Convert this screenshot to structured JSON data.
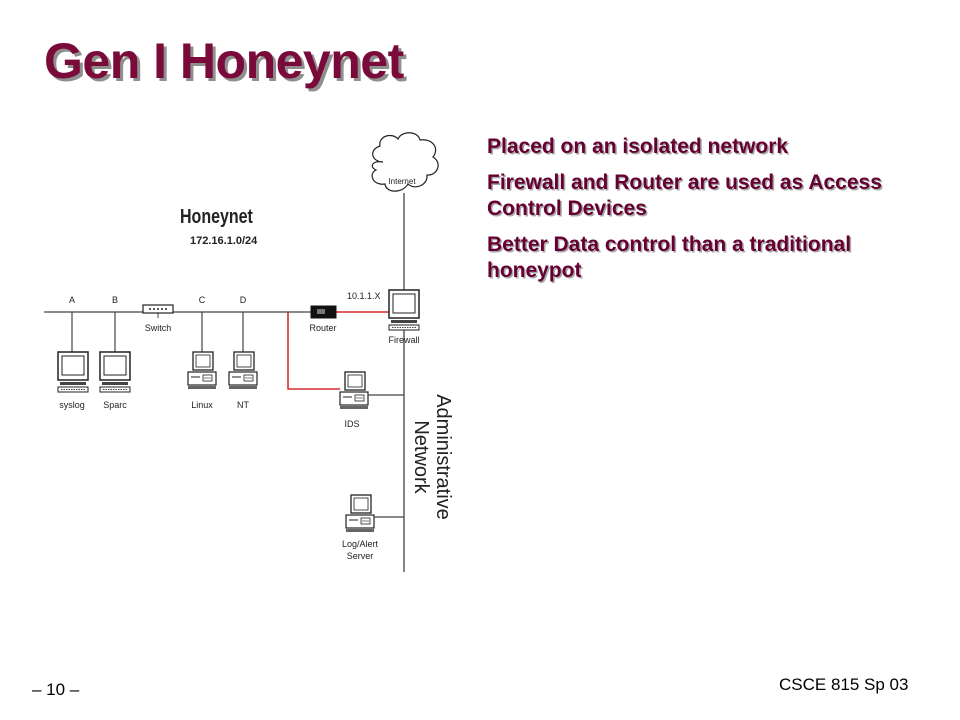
{
  "slide": {
    "title": "Gen I Honeynet",
    "bullets": [
      "Placed on an isolated network",
      "Firewall and Router are used as Access Control Devices",
      "Better Data control than a traditional honeypot"
    ],
    "page_number": "– 10 –",
    "course": "CSCE 815 Sp 03"
  },
  "diagram": {
    "honeynet_label": "Honeynet",
    "subnet": "172.16.1.0/24",
    "internet": "Internet",
    "external_ip": "10.1.1.X",
    "switch": "Switch",
    "router": "Router",
    "firewall": "Firewall",
    "ids": "IDS",
    "log_server_line1": "Log/Alert",
    "log_server_line2": "Server",
    "admin_network_line1": "Administrative",
    "admin_network_line2": "Network",
    "port_labels": [
      "A",
      "B",
      "C",
      "D"
    ],
    "hosts": [
      "syslog",
      "Sparc",
      "Linux",
      "NT"
    ],
    "colors": {
      "title": "#7a0a3a",
      "bullets": "#660033",
      "red_link": "#cc0000"
    }
  }
}
